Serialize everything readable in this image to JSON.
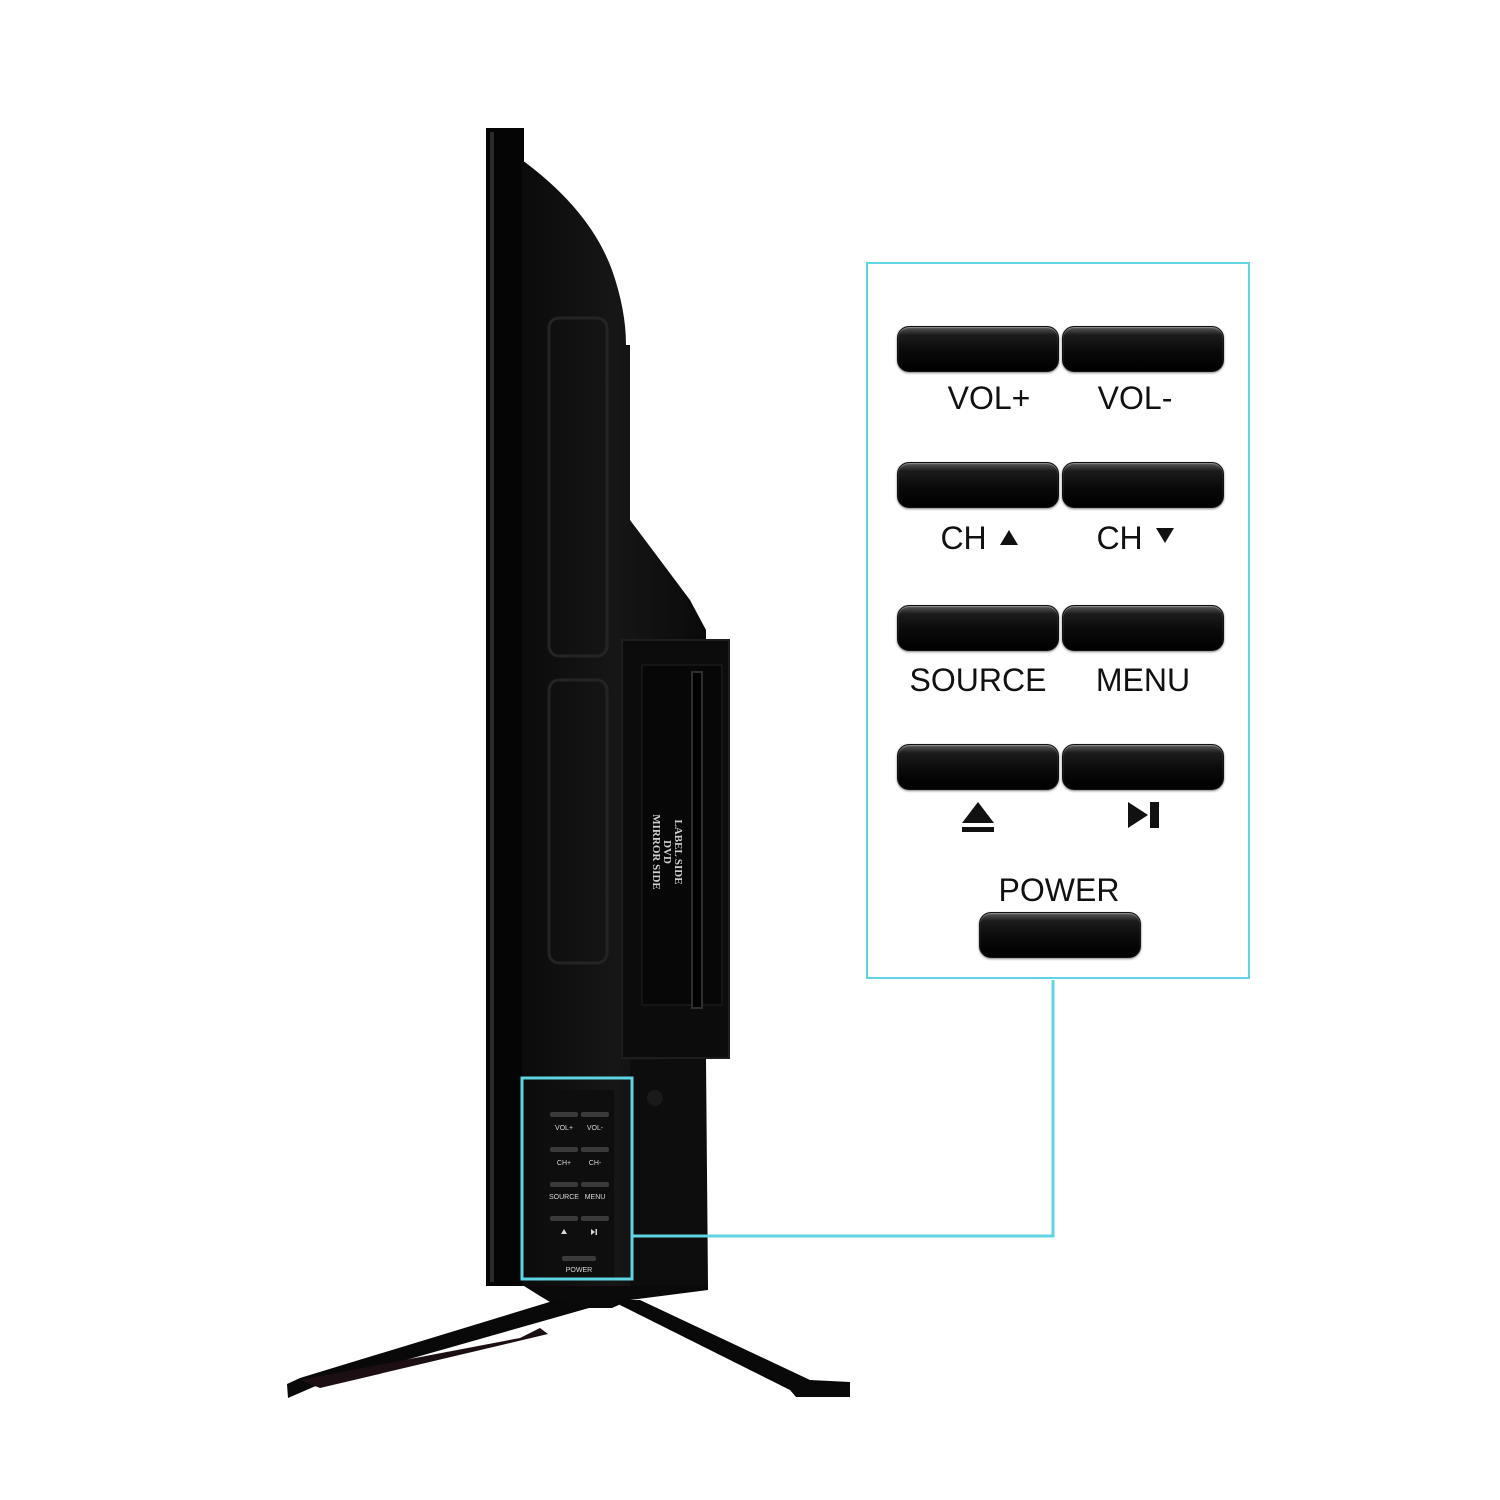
{
  "dvd_slot": {
    "label_side": "LABEL SIDE",
    "mark": "DVD",
    "mirror_side": "MIRROR SIDE"
  },
  "tv_panel_labels": {
    "vol_up": "VOL+",
    "vol_down": "VOL-",
    "ch_up": "CH+",
    "ch_down": "CH-",
    "source": "SOURCE",
    "menu": "MENU",
    "power": "POWER"
  },
  "callout": {
    "border_color": "#5fd4e3",
    "buttons": {
      "vol_up": "VOL+",
      "vol_down": "VOL-",
      "ch_up": "CH",
      "ch_down": "CH",
      "source": "SOURCE",
      "menu": "MENU",
      "power": "POWER"
    },
    "icons": {
      "ch_up": "triangle-up-icon",
      "ch_down": "triangle-down-icon",
      "eject": "eject-icon",
      "play_pause": "play-pause-icon"
    }
  }
}
